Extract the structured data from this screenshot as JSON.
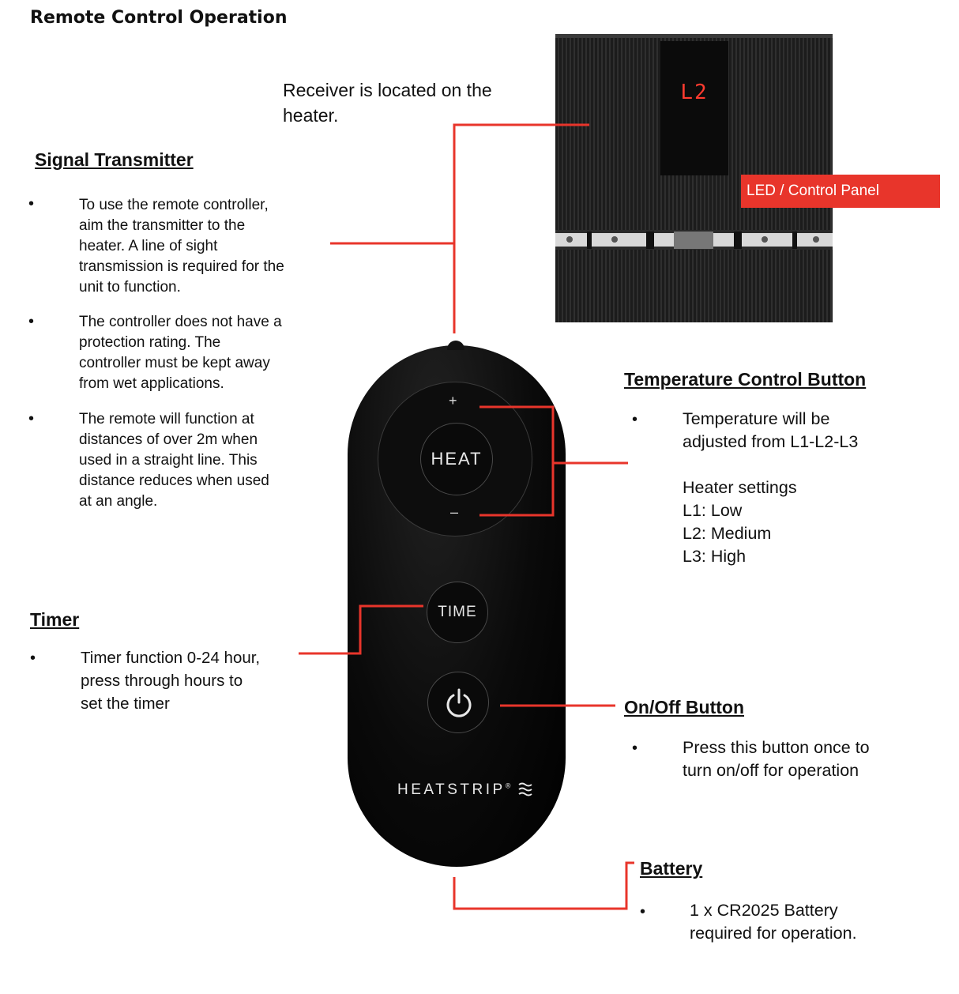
{
  "title": "Remote Control Operation",
  "receiver_note": [
    "Receiver is located on the",
    "heater."
  ],
  "heater": {
    "display_readout": "L2",
    "led_label": "LED / Control Panel"
  },
  "signal_transmitter": {
    "heading": "Signal Transmitter",
    "bullets": [
      [
        "To use the remote controller,",
        "aim the transmitter to the",
        "heater. A line of sight",
        "transmission is required for the",
        "unit to function."
      ],
      [
        "The controller does not have a",
        "protection rating. The",
        "controller must be kept away",
        "from wet applications."
      ],
      [
        "The remote will function at",
        "distances of over 2m when",
        "used in a straight line. This",
        "distance reduces when used",
        "at an angle."
      ]
    ]
  },
  "timer": {
    "heading": "Timer",
    "bullet": [
      "Timer function 0-24 hour,",
      "press through hours to",
      "set the timer"
    ]
  },
  "temperature_control": {
    "heading": "Temperature Control Button",
    "bullet": [
      "Temperature will be",
      "adjusted from L1-L2-L3"
    ],
    "settings_title": "Heater settings",
    "settings": [
      "L1: Low",
      "L2: Medium",
      "L3: High"
    ]
  },
  "on_off": {
    "heading": "On/Off Button",
    "bullet": [
      "Press this button once to",
      "turn on/off for operation"
    ]
  },
  "battery": {
    "heading": "Battery",
    "bullet": [
      "1 x CR2025  Battery",
      "required for operation."
    ]
  },
  "remote": {
    "plus": "+",
    "minus": "–",
    "heat_label": "HEAT",
    "time_label": "TIME",
    "brand": "HEATSTRIP",
    "brand_mark": "®"
  },
  "bullet_symbol": "•",
  "colors": {
    "callout_red": "#e8352b",
    "remote_body": "#0a0a0a",
    "display_red": "#ff3b2f"
  }
}
